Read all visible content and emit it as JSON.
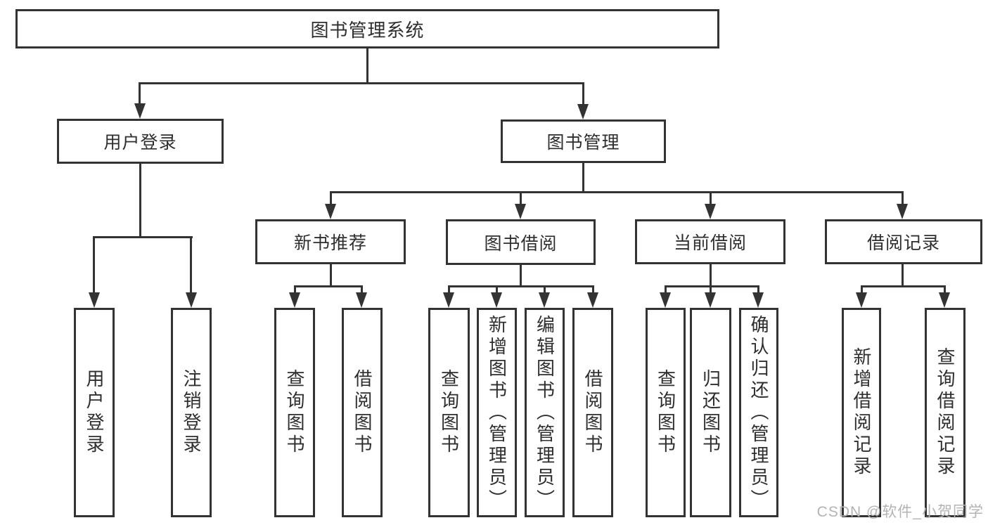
{
  "diagram": {
    "type": "tree",
    "title": "图书管理系统"
  },
  "nodes": {
    "root": {
      "label": "图书管理系统"
    },
    "user_login": {
      "label": "用户登录"
    },
    "book_mgmt": {
      "label": "图书管理"
    },
    "new_book_rec": {
      "label": "新书推荐"
    },
    "book_borrow": {
      "label": "图书借阅"
    },
    "current_borrow": {
      "label": "当前借阅"
    },
    "borrow_record": {
      "label": "借阅记录"
    },
    "leaves": {
      "ul_login": {
        "label": "用户登录"
      },
      "ul_logout": {
        "label": "注销登录"
      },
      "nb_query": {
        "label": "查询图书"
      },
      "nb_borrow": {
        "label": "借阅图书"
      },
      "bb_query": {
        "label": "查询图书"
      },
      "bb_add": {
        "label": "新增图书（管理员）"
      },
      "bb_edit": {
        "label": "编辑图书（管理员）"
      },
      "bb_borrow": {
        "label": "借阅图书"
      },
      "cb_query": {
        "label": "查询图书"
      },
      "cb_return": {
        "label": "归还图书"
      },
      "cb_confirm": {
        "label": "确认归还（管理员）"
      },
      "br_add": {
        "label": "新增借阅记录"
      },
      "br_query": {
        "label": "查询借阅记录"
      }
    }
  },
  "edges": [
    [
      "root",
      "user_login"
    ],
    [
      "root",
      "book_mgmt"
    ],
    [
      "user_login",
      "ul_login"
    ],
    [
      "user_login",
      "ul_logout"
    ],
    [
      "book_mgmt",
      "new_book_rec"
    ],
    [
      "book_mgmt",
      "book_borrow"
    ],
    [
      "book_mgmt",
      "current_borrow"
    ],
    [
      "book_mgmt",
      "borrow_record"
    ],
    [
      "new_book_rec",
      "nb_query"
    ],
    [
      "new_book_rec",
      "nb_borrow"
    ],
    [
      "book_borrow",
      "bb_query"
    ],
    [
      "book_borrow",
      "bb_add"
    ],
    [
      "book_borrow",
      "bb_edit"
    ],
    [
      "book_borrow",
      "bb_borrow"
    ],
    [
      "current_borrow",
      "cb_query"
    ],
    [
      "current_borrow",
      "cb_return"
    ],
    [
      "current_borrow",
      "cb_confirm"
    ],
    [
      "borrow_record",
      "br_add"
    ],
    [
      "borrow_record",
      "br_query"
    ]
  ],
  "watermark": {
    "text": "CSDN @软件_小贺同学",
    "color": "#b3b3b3"
  },
  "colors": {
    "line": "#333333",
    "node_border": "#333333",
    "node_bg": "#ffffff",
    "text": "#2e2e2e",
    "background": "#ffffff"
  }
}
